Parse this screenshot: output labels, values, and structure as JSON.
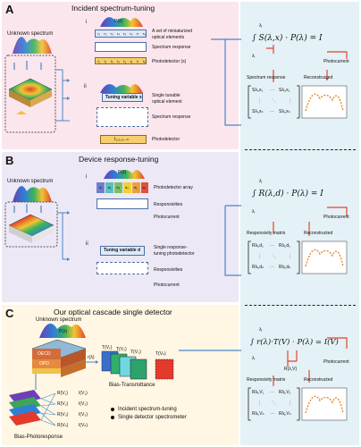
{
  "panel_a": {
    "letter": "A",
    "title": "Incident spectrum-tuning",
    "unknown_spectrum": "Unknown spectrum",
    "roman_i": "i",
    "roman_ii": "ii",
    "spectrum_symbol": "P(λ)",
    "filter_labels": [
      "r₁",
      "r₂",
      "r₃",
      "r₄",
      "r₅",
      "r₆",
      "r₇",
      "r₈"
    ],
    "photodetector_labels": [
      "I₁",
      "I₂",
      "I₃",
      "I₄",
      "I₅",
      "I₆",
      "I₇",
      "I₈"
    ],
    "label_miniaturized": "A set of miniaturized",
    "label_optical_elements": "optical elements",
    "label_spectrum_response": "Spectrum response",
    "label_photodetectors": "Photodetector (s)",
    "label_single_tunable": "Single tunable",
    "label_optical_element": "optical element",
    "tuning_variable": "Tuning variable x",
    "label_spectrum_response_2": "Spectrum response",
    "label_photodetector": "Photodetector",
    "photocurrent_bar": "I₁,₂,₃...ₙ"
  },
  "panel_b": {
    "letter": "B",
    "title": "Device response-tuning",
    "unknown_spectrum": "Unknown spectrum",
    "roman_i": "i",
    "roman_ii": "ii",
    "spectrum_symbol": "P(λ)",
    "detector_labels": [
      "d₁",
      "d₂",
      "d₃",
      "d₄",
      "d₅",
      "d₆"
    ],
    "label_photodetector_array": "Photodetector array",
    "label_responsivities": "Responsivities",
    "label_photocurrent": "Photocurrent",
    "label_single_response": "Single response-",
    "label_tuning_photodetector": "tuning photodetector",
    "tuning_variable": "Tuning variable d",
    "label_responsivities_2": "Responsivities",
    "label_photocurrent_2": "Photocurrent"
  },
  "panel_c": {
    "letter": "C",
    "title": "Our optical cascade single detector",
    "unknown_spectrum": "Unknown spectrum",
    "spectrum_symbol": "P(λ)",
    "oecd_label": "OECD",
    "opd_label": "OPD",
    "r_lambda": "r(λ)",
    "bias_transmittance": "Bias-Transmittance",
    "bias_photoresponse": "Bias-Photoresponse",
    "t_labels": [
      "T(V₁)",
      "T(V₂)",
      "T(V₃)",
      "T(Vₙ)"
    ],
    "r_labels": [
      "R(V₁)",
      "R(V₂)",
      "R(V₃)",
      "R(Vₙ)"
    ],
    "i_labels": [
      "I(V₁)",
      "I(V₂)",
      "I(V₃)",
      "I(Vₙ)"
    ],
    "bullets": [
      "Incident spectrum-tuning",
      "Single detector spectrometer"
    ]
  },
  "right": {
    "eq_a": "∫ S(λ,x) · P(λ) = I",
    "eq_b": "∫ R(λ,d) · P(λ) = I",
    "eq_c": "∫ r(λ)·T(V) · P(λ) = I(V)",
    "lambda_i": "λᵢ",
    "lambda_j": "λⱼ",
    "photocurrent": "Photocurrent",
    "spectrum_response": "Spectrum response",
    "reconstructed": "Reconstructed",
    "responsivity_matrix": "Responsivity matrix",
    "r_lambda_v": "R(λ,V)",
    "matrix_a": [
      "Sλᵢ,x₁",
      "⋯",
      "Sλⱼ,x₁",
      "⋮",
      "⋱",
      "⋮",
      "Sλᵢ,xₙ",
      "⋯",
      "Sλⱼ,xₙ"
    ],
    "matrix_b": [
      "Rλᵢ,d₁",
      "⋯",
      "Rλⱼ,d₁",
      "⋮",
      "⋱",
      "⋮",
      "Rλᵢ,dₙ",
      "⋯",
      "Rλⱼ,dₙ"
    ],
    "matrix_c": [
      "Rλᵢ,V₁",
      "⋯",
      "Rλⱼ,V₁",
      "⋮",
      "⋱",
      "⋮",
      "Rλᵢ,Vₙ",
      "⋯",
      "Rλⱼ,Vₙ"
    ]
  },
  "colors": {
    "panel_a_bg": "#fbe6ee",
    "panel_b_bg": "#ece8f6",
    "panel_c_bg": "#fff6e3",
    "right_bg": "#e4f1f6",
    "arrow_blue": "#4a86c5",
    "arrow_red": "#e0452b",
    "accent_orange": "#e98a2a"
  }
}
